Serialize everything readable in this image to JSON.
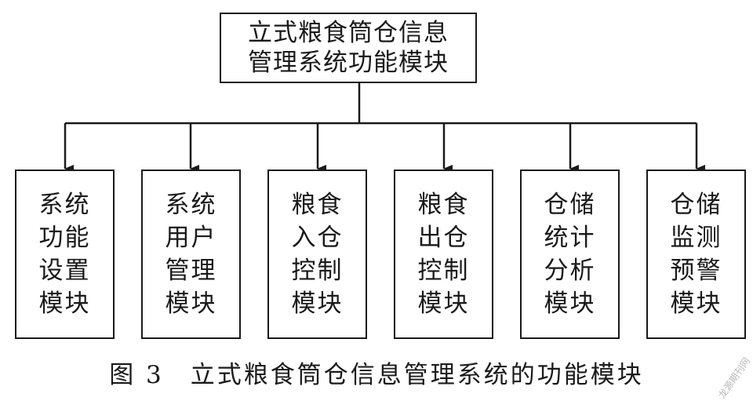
{
  "root": {
    "line1": "立式粮食筒仓信息",
    "line2": "管理系统功能模块"
  },
  "children": [
    {
      "label": "系统功能设置模块"
    },
    {
      "label": "系统用户管理模块"
    },
    {
      "label": "粮食入仓控制模块"
    },
    {
      "label": "粮食出仓控制模块"
    },
    {
      "label": "仓储统计分析模块"
    },
    {
      "label": "仓储监测预警模块"
    }
  ],
  "caption": "图 3　立式粮食筒仓信息管理系统的功能模块",
  "watermark": "龙源期刊网"
}
